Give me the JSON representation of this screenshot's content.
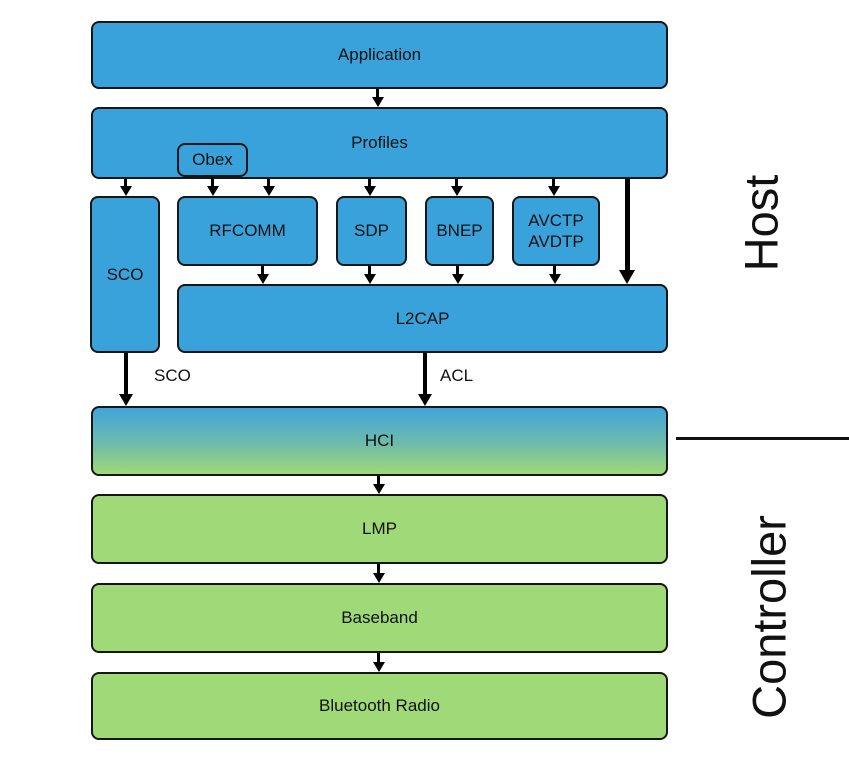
{
  "boxes": {
    "application": {
      "label": "Application"
    },
    "profiles": {
      "label": "Profiles"
    },
    "obex": {
      "label": "Obex"
    },
    "sco": {
      "label": "SCO"
    },
    "rfcomm": {
      "label": "RFCOMM"
    },
    "sdp": {
      "label": "SDP"
    },
    "bnep": {
      "label": "BNEP"
    },
    "avctp_avdtp": {
      "line1": "AVCTP",
      "line2": "AVDTP"
    },
    "l2cap": {
      "label": "L2CAP"
    },
    "hci": {
      "label": "HCI"
    },
    "lmp": {
      "label": "LMP"
    },
    "baseband": {
      "label": "Baseband"
    },
    "bluetooth_radio": {
      "label": "Bluetooth Radio"
    }
  },
  "edge_labels": {
    "sco": "SCO",
    "acl": "ACL"
  },
  "side_labels": {
    "host": "Host",
    "controller": "Controller"
  },
  "colors": {
    "host_fill": "#3AA2DB",
    "controller_fill": "#A0D977",
    "hci_gradient_top": "#41A5DB",
    "hci_gradient_bottom": "#A0D977",
    "outline": "#161616",
    "arrow": "#000000",
    "text": "#111111",
    "background": "#FFFFFF"
  }
}
